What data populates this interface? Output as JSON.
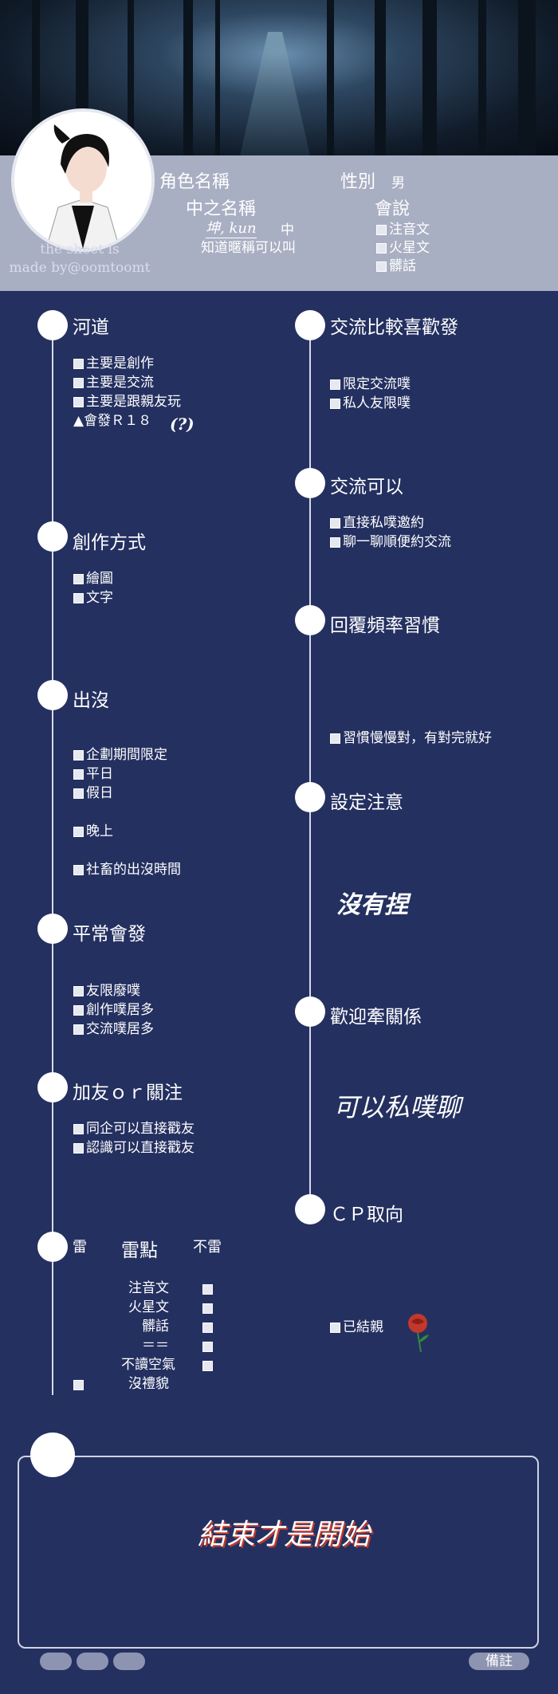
{
  "profile": {
    "char_name_label": "角色名稱",
    "gender_label": "性別",
    "gender_value": "男",
    "player_name_label": "中之名稱",
    "player_name_hand": "坤, kun",
    "player_name_note": "中",
    "player_name_note2": "知道暱稱可以叫",
    "languages_label": "會說",
    "languages": [
      "注音文",
      "火星文",
      "髒話"
    ],
    "credit_line1": "the sheet is",
    "credit_line2": "made by@oomtoomt"
  },
  "left": {
    "channel": {
      "title": "河道",
      "items": [
        "主要是創作",
        "主要是交流",
        "主要是跟親友玩"
      ],
      "r18": "▲會發Ｒ１８",
      "r18_hand": "(?)"
    },
    "creation": {
      "title": "創作方式",
      "items": [
        "繪圖",
        "文字"
      ]
    },
    "active": {
      "title": "出沒",
      "items": [
        "企劃期間限定",
        "平日",
        "假日",
        "晚上",
        "社畜的出沒時間"
      ]
    },
    "posts": {
      "title": "平常會發",
      "items": [
        "友限廢噗",
        "創作噗居多",
        "交流噗居多"
      ]
    },
    "follow": {
      "title": "加友ｏｒ關注",
      "items": [
        "同企可以直接戳友",
        "認識可以直接戳友"
      ]
    },
    "landmine": {
      "title_left": "雷",
      "title_mid": "雷點",
      "title_right": "不雷",
      "items": [
        "注音文",
        "火星文",
        "髒話",
        "＝＝",
        "不讀空氣",
        "沒禮貌"
      ]
    }
  },
  "right": {
    "prefer": {
      "title": "交流比較喜歡發",
      "items": [
        "限定交流噗",
        "私人友限噗"
      ]
    },
    "ok": {
      "title": "交流可以",
      "items": [
        "直接私噗邀約",
        "聊一聊順便約交流"
      ]
    },
    "reply": {
      "title": "回覆頻率習慣",
      "items": [
        "習慣慢慢對，有對完就好"
      ]
    },
    "notes": {
      "title": "設定注意",
      "hand": "沒有捏"
    },
    "relation": {
      "title": "歡迎牽關係",
      "hand": "可以私噗聊"
    },
    "cp": {
      "title": "ＣＰ取向",
      "items": [
        "已結親"
      ]
    }
  },
  "footer": {
    "hand": "結束才是開始",
    "remarks_label": "備註"
  },
  "colors": {
    "bg": "#243060",
    "band": "#a9afc3",
    "accent_red": "#c0392b"
  }
}
